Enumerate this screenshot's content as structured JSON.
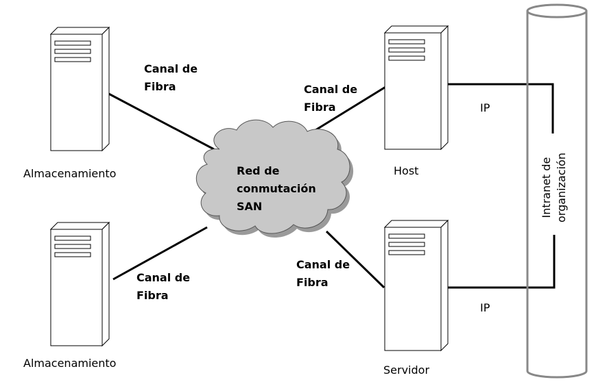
{
  "labels": {
    "canal_fibra_line1": "Canal de",
    "canal_fibra_line2": "Fibra",
    "san_line1": "Red de",
    "san_line2": "conmutación",
    "san_line3": "SAN",
    "almacenamiento": "Almacenamiento",
    "host": "Host",
    "servidor": "Servidor",
    "ip": "IP",
    "intranet_line1": "Intranet de",
    "intranet_line2": "organización"
  },
  "colors": {
    "line": "#000000",
    "cloud_fill": "#c8c8c8",
    "cloud_shadow": "#9a9a9a",
    "cylinder_stroke": "#888888"
  }
}
